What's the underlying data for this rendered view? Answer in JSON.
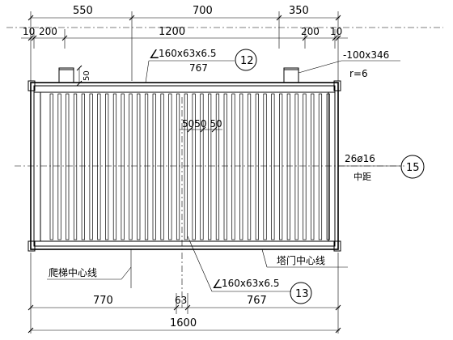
{
  "dimensions": {
    "top_row1": [
      "550",
      "700",
      "350"
    ],
    "top_row2_left": [
      "10",
      "200"
    ],
    "top_row2_mid": "1200",
    "top_row2_right": [
      "200",
      "10"
    ],
    "bottom_row1": [
      "770",
      "63",
      "767"
    ],
    "bottom_total": "1600",
    "vertical_50": "50",
    "center_spacing": "5050 50"
  },
  "labels": {
    "angle_top": "160x63x6.5",
    "angle_top_sub": "767",
    "angle_bottom": "160x63x6.5",
    "angle_symbol": "∠",
    "plate": "-100x346",
    "radius": "r=6",
    "rebar": "26ø16",
    "rebar_sub": "中距",
    "ladder_centerline": "爬梯中心线",
    "door_centerline": "塔门中心线"
  },
  "callouts": [
    "12",
    "13",
    "15"
  ],
  "bar_count": 36
}
